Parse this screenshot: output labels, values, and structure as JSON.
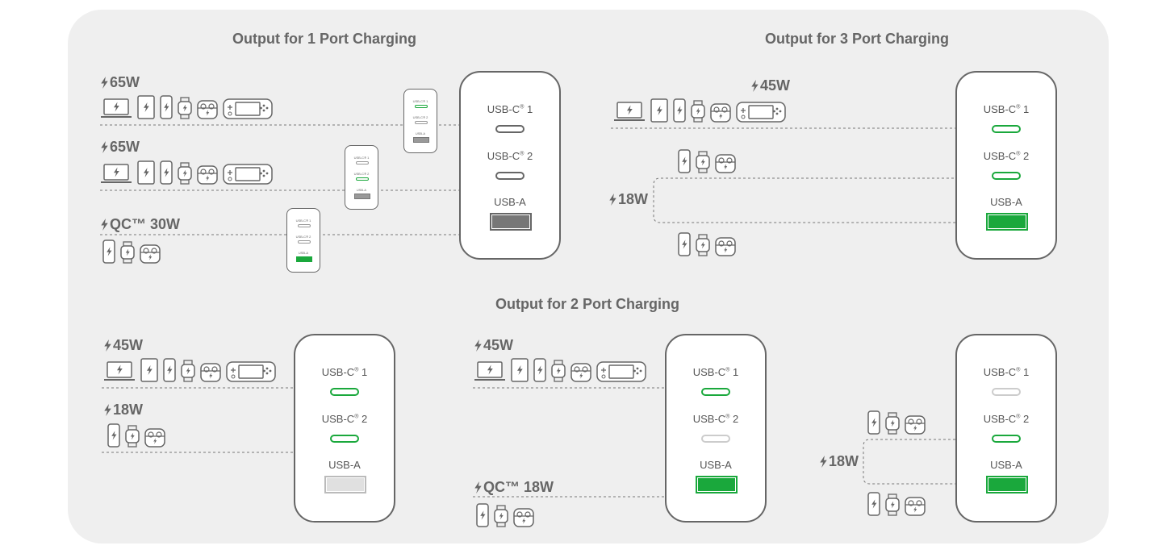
{
  "colors": {
    "active": "#1aa83c",
    "idle": "#cccccc",
    "used": "#666666",
    "background": "#efefef"
  },
  "titles": {
    "one_port": "Output for 1 Port Charging",
    "three_port": "Output for 3 Port Charging",
    "two_port": "Output for 2 Port Charging"
  },
  "ports": {
    "c1_text": "USB-C",
    "c1_num": "1",
    "c2_text": "USB-C",
    "c2_num": "2",
    "a": "USB-A",
    "reg": "®"
  },
  "mini": {
    "c1": "USB-C® 1",
    "c2": "USB-C® 2",
    "a": "USB-A"
  },
  "one_port": {
    "row1_watt": "65W",
    "row2_watt": "65W",
    "row3_watt": "QC™ 30W",
    "row1_devices": [
      "laptop-icon",
      "tablet-icon",
      "phone-icon",
      "watch-icon",
      "earbuds-icon",
      "game-console-icon"
    ],
    "row2_devices": [
      "laptop-icon",
      "tablet-icon",
      "phone-icon",
      "watch-icon",
      "earbuds-icon",
      "game-console-icon"
    ],
    "row3_devices": [
      "phone-icon",
      "watch-icon",
      "earbuds-icon"
    ]
  },
  "three_port": {
    "c1_watt": "45W",
    "shared_watt": "18W",
    "c1_devices": [
      "laptop-icon",
      "tablet-icon",
      "phone-icon",
      "watch-icon",
      "earbuds-icon",
      "game-console-icon"
    ],
    "c2_devices": [
      "phone-icon",
      "watch-icon",
      "earbuds-icon"
    ],
    "a_devices": [
      "phone-icon",
      "watch-icon",
      "earbuds-icon"
    ]
  },
  "two_port_cc": {
    "c1_watt": "45W",
    "c2_watt": "18W",
    "c1_devices": [
      "laptop-icon",
      "tablet-icon",
      "phone-icon",
      "watch-icon",
      "earbuds-icon",
      "game-console-icon"
    ],
    "c2_devices": [
      "phone-icon",
      "watch-icon",
      "earbuds-icon"
    ]
  },
  "two_port_ca": {
    "c1_watt": "45W",
    "a_watt": "QC™ 18W",
    "c1_devices": [
      "laptop-icon",
      "tablet-icon",
      "phone-icon",
      "watch-icon",
      "earbuds-icon",
      "game-console-icon"
    ],
    "a_devices": [
      "phone-icon",
      "watch-icon",
      "earbuds-icon"
    ]
  },
  "two_port_c2a": {
    "shared_watt": "18W",
    "c2_devices": [
      "phone-icon",
      "watch-icon",
      "earbuds-icon"
    ],
    "a_devices": [
      "phone-icon",
      "watch-icon",
      "earbuds-icon"
    ]
  }
}
